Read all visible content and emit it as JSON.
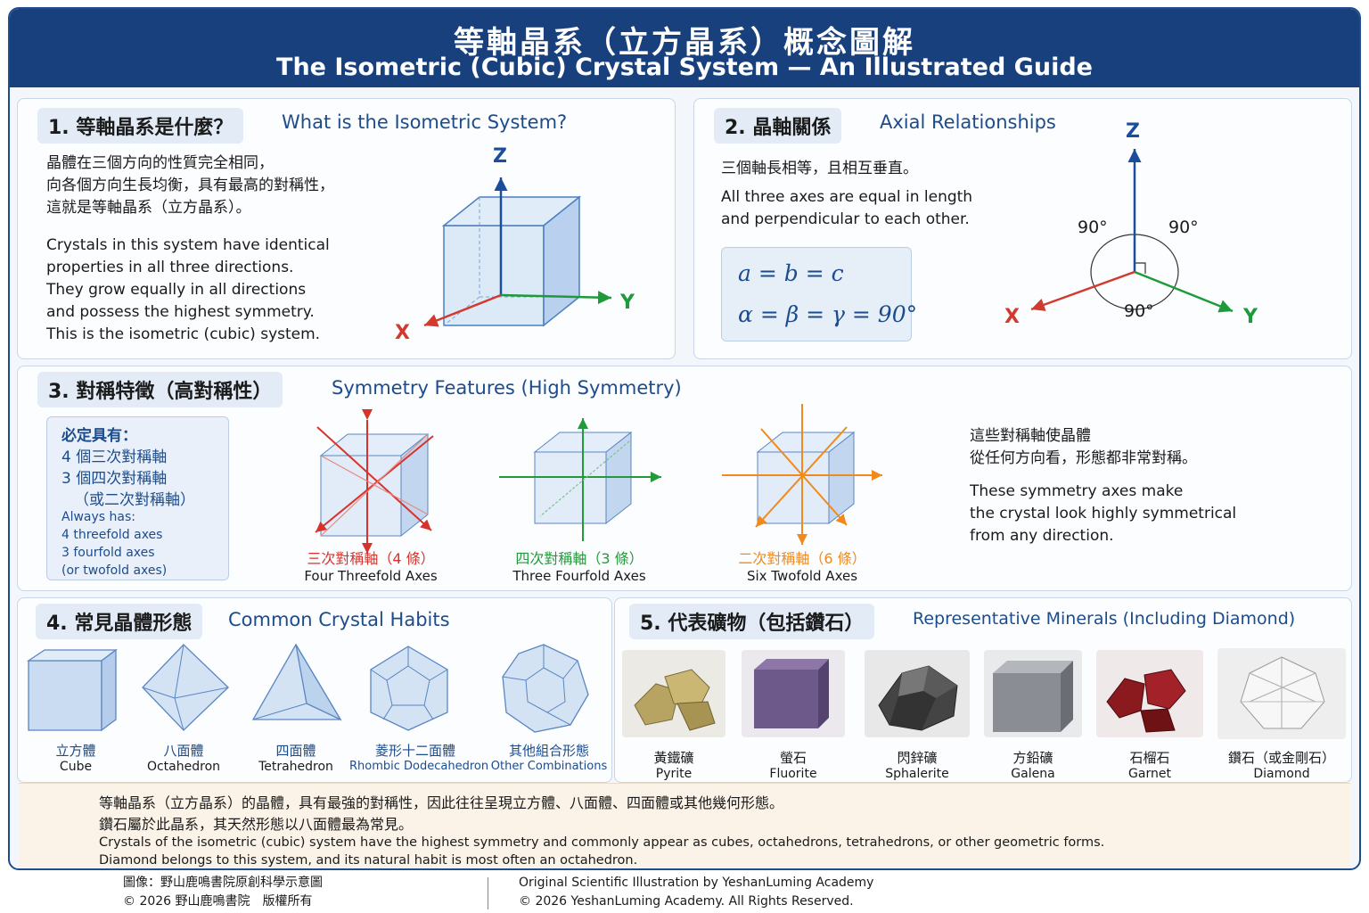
{
  "header": {
    "title_zh": "等軸晶系（立方晶系）概念圖解",
    "title_en": "The Isometric (Cubic) Crystal System — An Illustrated Guide"
  },
  "section1": {
    "tag_zh": "1. 等軸晶系是什麼？",
    "tag_en": "What is the Isometric System?",
    "zh_lines": [
      "晶體在三個方向的性質完全相同，",
      "向各個方向生長均衡，具有最高的對稱性，",
      "這就是等軸晶系（立方晶系）。"
    ],
    "en_lines": [
      "Crystals in this system have identical",
      "properties in all three directions.",
      "They grow equally in all directions",
      "and possess the highest symmetry.",
      "This is the isometric (cubic) system."
    ],
    "axis_z": "Z",
    "axis_x": "X",
    "axis_y": "Y"
  },
  "section2": {
    "tag_zh": "2. 晶軸關係",
    "tag_en": "Axial Relationships",
    "zh_line": "三個軸長相等，且相互垂直。",
    "en_lines": [
      "All three axes are equal in length",
      "and perpendicular to each other."
    ],
    "formula1": "a = b = c",
    "formula2": "α = β = γ = 90°",
    "angle_left": "90°",
    "angle_right": "90°",
    "angle_bottom": "90°",
    "axis_z": "Z",
    "axis_x": "X",
    "axis_y": "Y"
  },
  "section3": {
    "tag_zh": "3. 對稱特徵（高對稱性）",
    "tag_en": "Symmetry Features (High Symmetry)",
    "always": {
      "zh_title": "必定具有：",
      "zh_lines": [
        "4 個三次對稱軸",
        "3 個四次對稱軸",
        "（或二次對稱軸）"
      ],
      "en_title": "Always has:",
      "en_lines": [
        "4 threefold axes",
        "3 fourfold axes",
        "(or twofold axes)"
      ]
    },
    "axes": [
      {
        "zh": "三次對稱軸（4 條）",
        "en": "Four Threefold Axes",
        "color": "#d8332b"
      },
      {
        "zh": "四次對稱軸（3 條）",
        "en": "Three Fourfold Axes",
        "color": "#239a3a"
      },
      {
        "zh": "二次對稱軸（6 條）",
        "en": "Six Twofold Axes",
        "color": "#f08a1c"
      }
    ],
    "note_zh": [
      "這些對稱軸使晶體",
      "從任何方向看，形態都非常對稱。"
    ],
    "note_en": [
      "These symmetry axes make",
      "the crystal look highly symmetrical",
      "from any direction."
    ]
  },
  "section4": {
    "tag_zh": "4. 常見晶體形態",
    "tag_en": "Common Crystal Habits",
    "habits": [
      {
        "zh": "立方體",
        "en": "Cube"
      },
      {
        "zh": "八面體",
        "en": "Octahedron"
      },
      {
        "zh": "四面體",
        "en": "Tetrahedron"
      },
      {
        "zh": "菱形十二面體",
        "en": "Rhombic Dodecahedron"
      },
      {
        "zh": "其他組合形態",
        "en": "Other Combinations"
      }
    ]
  },
  "section5": {
    "tag_zh": "5. 代表礦物（包括鑽石）",
    "tag_en": "Representative Minerals (Including Diamond)",
    "minerals": [
      {
        "zh": "黃鐵礦",
        "en": "Pyrite",
        "icon": "pyrite-image"
      },
      {
        "zh": "螢石",
        "en": "Fluorite",
        "icon": "fluorite-image"
      },
      {
        "zh": "閃鋅礦",
        "en": "Sphalerite",
        "icon": "sphalerite-image"
      },
      {
        "zh": "方鉛礦",
        "en": "Galena",
        "icon": "galena-image"
      },
      {
        "zh": "石榴石",
        "en": "Garnet",
        "icon": "garnet-image"
      },
      {
        "zh": "鑽石（或金剛石）",
        "en": "Diamond",
        "icon": "diamond-image"
      }
    ]
  },
  "summary": {
    "zh_lines": [
      "等軸晶系（立方晶系）的晶體，具有最強的對稱性，因此往往呈現立方體、八面體、四面體或其他幾何形態。",
      "鑽石屬於此晶系，其天然形態以八面體最為常見。"
    ],
    "en_lines": [
      "Crystals of the isometric (cubic) system have the highest symmetry and commonly appear as cubes, octahedrons, tetrahedrons, or other geometric forms.",
      "Diamond belongs to this system, and its natural habit is most often an octahedron."
    ]
  },
  "footer": {
    "left_lines": [
      "圖像：野山鹿鳴書院原創科學示意圖",
      "© 2026 野山鹿鳴書院　版權所有"
    ],
    "right_lines": [
      "Original Scientific Illustration by YeshanLuming Academy",
      "© 2026 YeshanLuming Academy.  All Rights Reserved."
    ]
  },
  "colors": {
    "primary": "#17407d",
    "axis_x": "#d23a2f",
    "axis_y": "#1f9a3a",
    "axis_z": "#1c4c9c",
    "summary_bg": "#fbf3e8"
  }
}
